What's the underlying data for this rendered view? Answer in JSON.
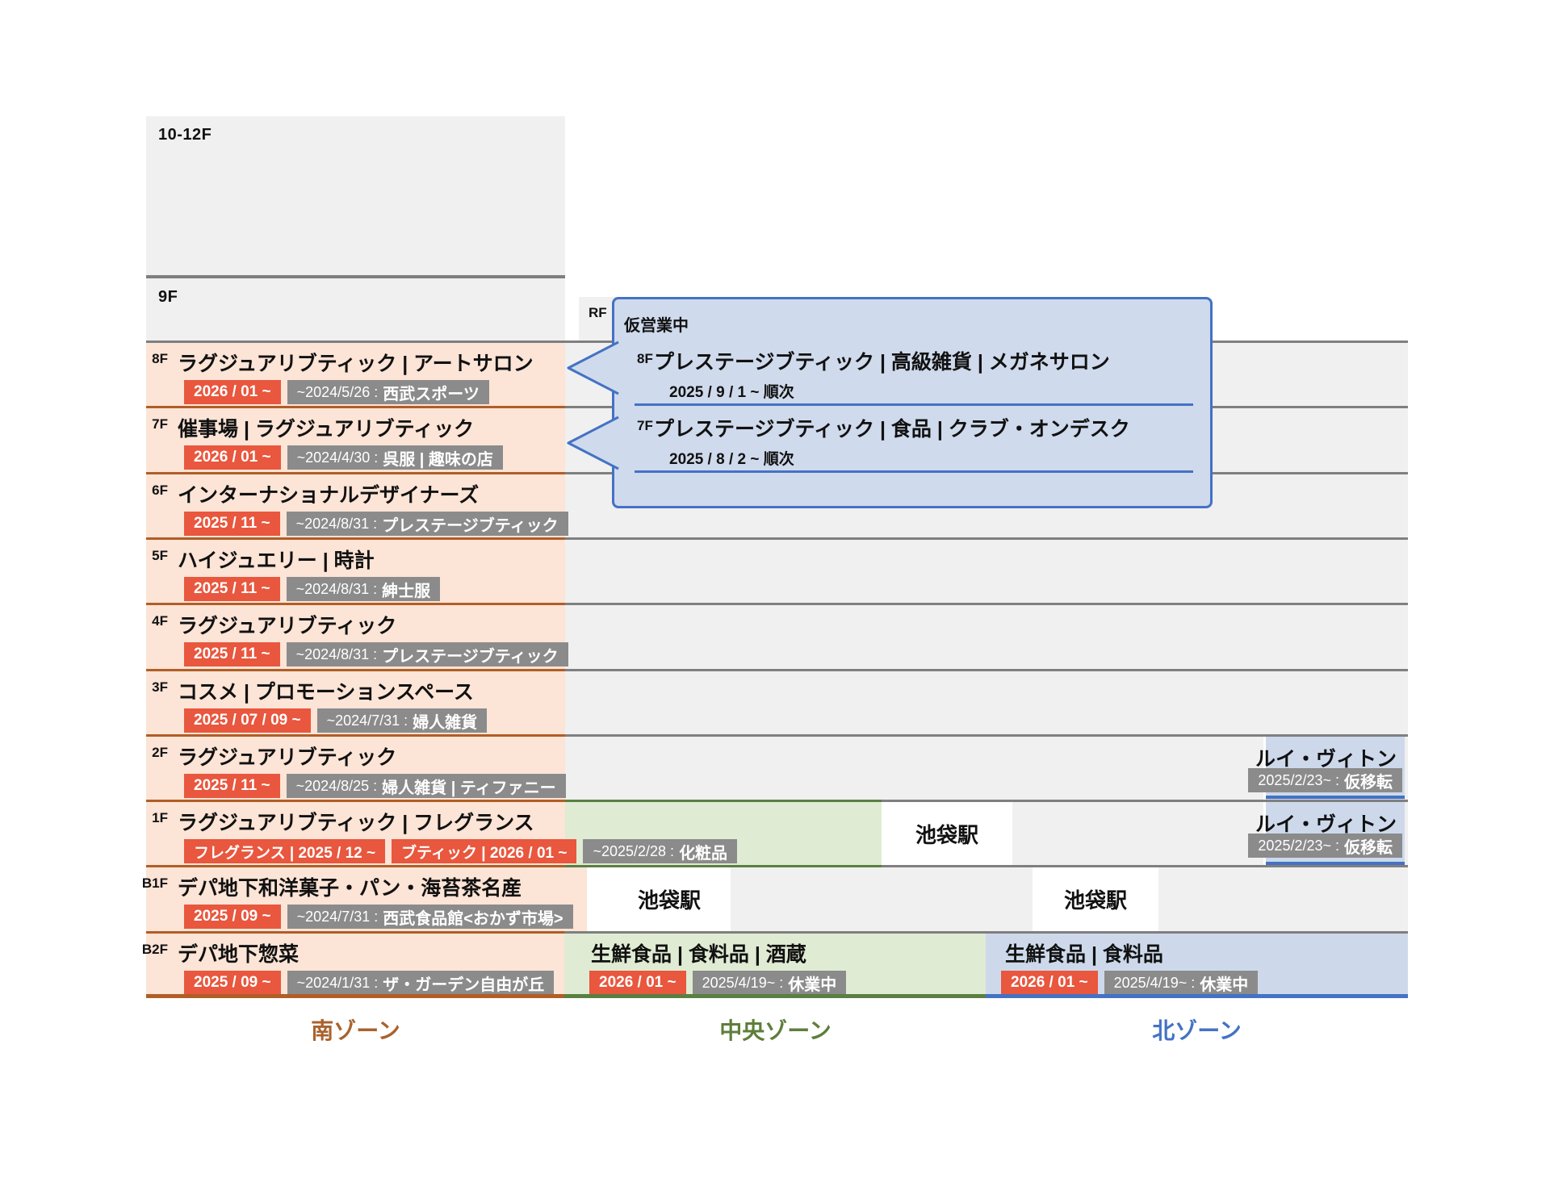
{
  "upper": {
    "top_box": "10-12F",
    "mid_box": "9F",
    "roof": "RF"
  },
  "callout": {
    "status": "仮営業中",
    "entries": [
      {
        "floor": "8F",
        "title": "プレステージブティック | 高級雑貨 | メガネサロン",
        "date": "2025 / 9 / 1 ~  順次"
      },
      {
        "floor": "7F",
        "title": "プレステージブティック | 食品 | クラブ・オンデスク",
        "date": "2025 / 8 / 2 ~  順次"
      }
    ]
  },
  "floors": [
    {
      "floor": "8F",
      "title": "ラグジュアリブティック | アートサロン",
      "open": "2026 / 01 ~",
      "prev_date": "~2024/5/26 :",
      "prev_name": "西武スポーツ"
    },
    {
      "floor": "7F",
      "title": "催事場 | ラグジュアリブティック",
      "open": "2026 / 01 ~",
      "prev_date": "~2024/4/30 :",
      "prev_name": "呉服 | 趣味の店"
    },
    {
      "floor": "6F",
      "title": "インターナショナルデザイナーズ",
      "open": "2025 / 11 ~",
      "prev_date": "~2024/8/31 :",
      "prev_name": "プレステージブティック"
    },
    {
      "floor": "5F",
      "title": "ハイジュエリー | 時計",
      "open": "2025 / 11 ~",
      "prev_date": "~2024/8/31 :",
      "prev_name": "紳士服"
    },
    {
      "floor": "4F",
      "title": "ラグジュアリブティック",
      "open": "2025 / 11 ~",
      "prev_date": "~2024/8/31 :",
      "prev_name": "プレステージブティック"
    },
    {
      "floor": "3F",
      "title": "コスメ | プロモーションスペース",
      "open": "2025 / 07 / 09 ~",
      "prev_date": "~2024/7/31 :",
      "prev_name": "婦人雑貨"
    },
    {
      "floor": "2F",
      "title": "ラグジュアリブティック",
      "open": "2025 / 11 ~",
      "prev_date": "~2024/8/25 :",
      "prev_name": "婦人雑貨 | ティファニー"
    },
    {
      "floor": "1F",
      "title": "ラグジュアリブティック | フレグランス",
      "open1": "フレグランス | 2025 / 12 ~",
      "open2": "ブティック | 2026 / 01 ~",
      "prev_date": "~2025/2/28 :",
      "prev_name": "化粧品"
    },
    {
      "floor": "B1F",
      "title": "デパ地下和洋菓子・パン・海苔茶名産",
      "open": "2025 / 09 ~",
      "prev_date": "~2024/7/31 :",
      "prev_name": "西武食品館<おかず市場>"
    },
    {
      "floor": "B2F",
      "title": "デパ地下惣菜",
      "open": "2025 / 09 ~",
      "prev_date": "~2024/1/31 :",
      "prev_name": "ザ・ガーデン自由が丘"
    }
  ],
  "b2f_central": {
    "title": "生鮮食品 | 食料品 | 酒蔵",
    "open": "2026 / 01 ~",
    "prev_date": "2025/4/19~ :",
    "prev_name": "休業中"
  },
  "b2f_north": {
    "title": "生鮮食品 | 食料品",
    "open": "2026 / 01 ~",
    "prev_date": "2025/4/19~ :",
    "prev_name": "休業中"
  },
  "louis_vuitton": {
    "title": "ルイ・ヴィトン",
    "prev_date": "2025/2/23~ :",
    "prev_name": "仮移転"
  },
  "station": {
    "label": "池袋駅"
  },
  "zones": {
    "south": {
      "label": "南ゾーン"
    },
    "central": {
      "label": "中央ゾーン"
    },
    "north": {
      "label": "北ゾーン"
    }
  },
  "colors": {
    "south_bg": "#fce4d6",
    "south_line": "#b05e26",
    "south_label": "#a9622e",
    "central_bg": "#e0ebd3",
    "central_line": "#5a7f42",
    "central_label": "#5e7e3b",
    "north_bg": "#cdd9eb",
    "north_line": "#4472c4",
    "north_label": "#4472c4",
    "row_bg": "#f0f0f0",
    "grid_line": "#7f7f7f",
    "open_badge_bg": "#e8573e",
    "prev_badge_bg": "#8b8b8b",
    "callout_bg": "#cfdaec",
    "callout_border": "#4472c4"
  }
}
